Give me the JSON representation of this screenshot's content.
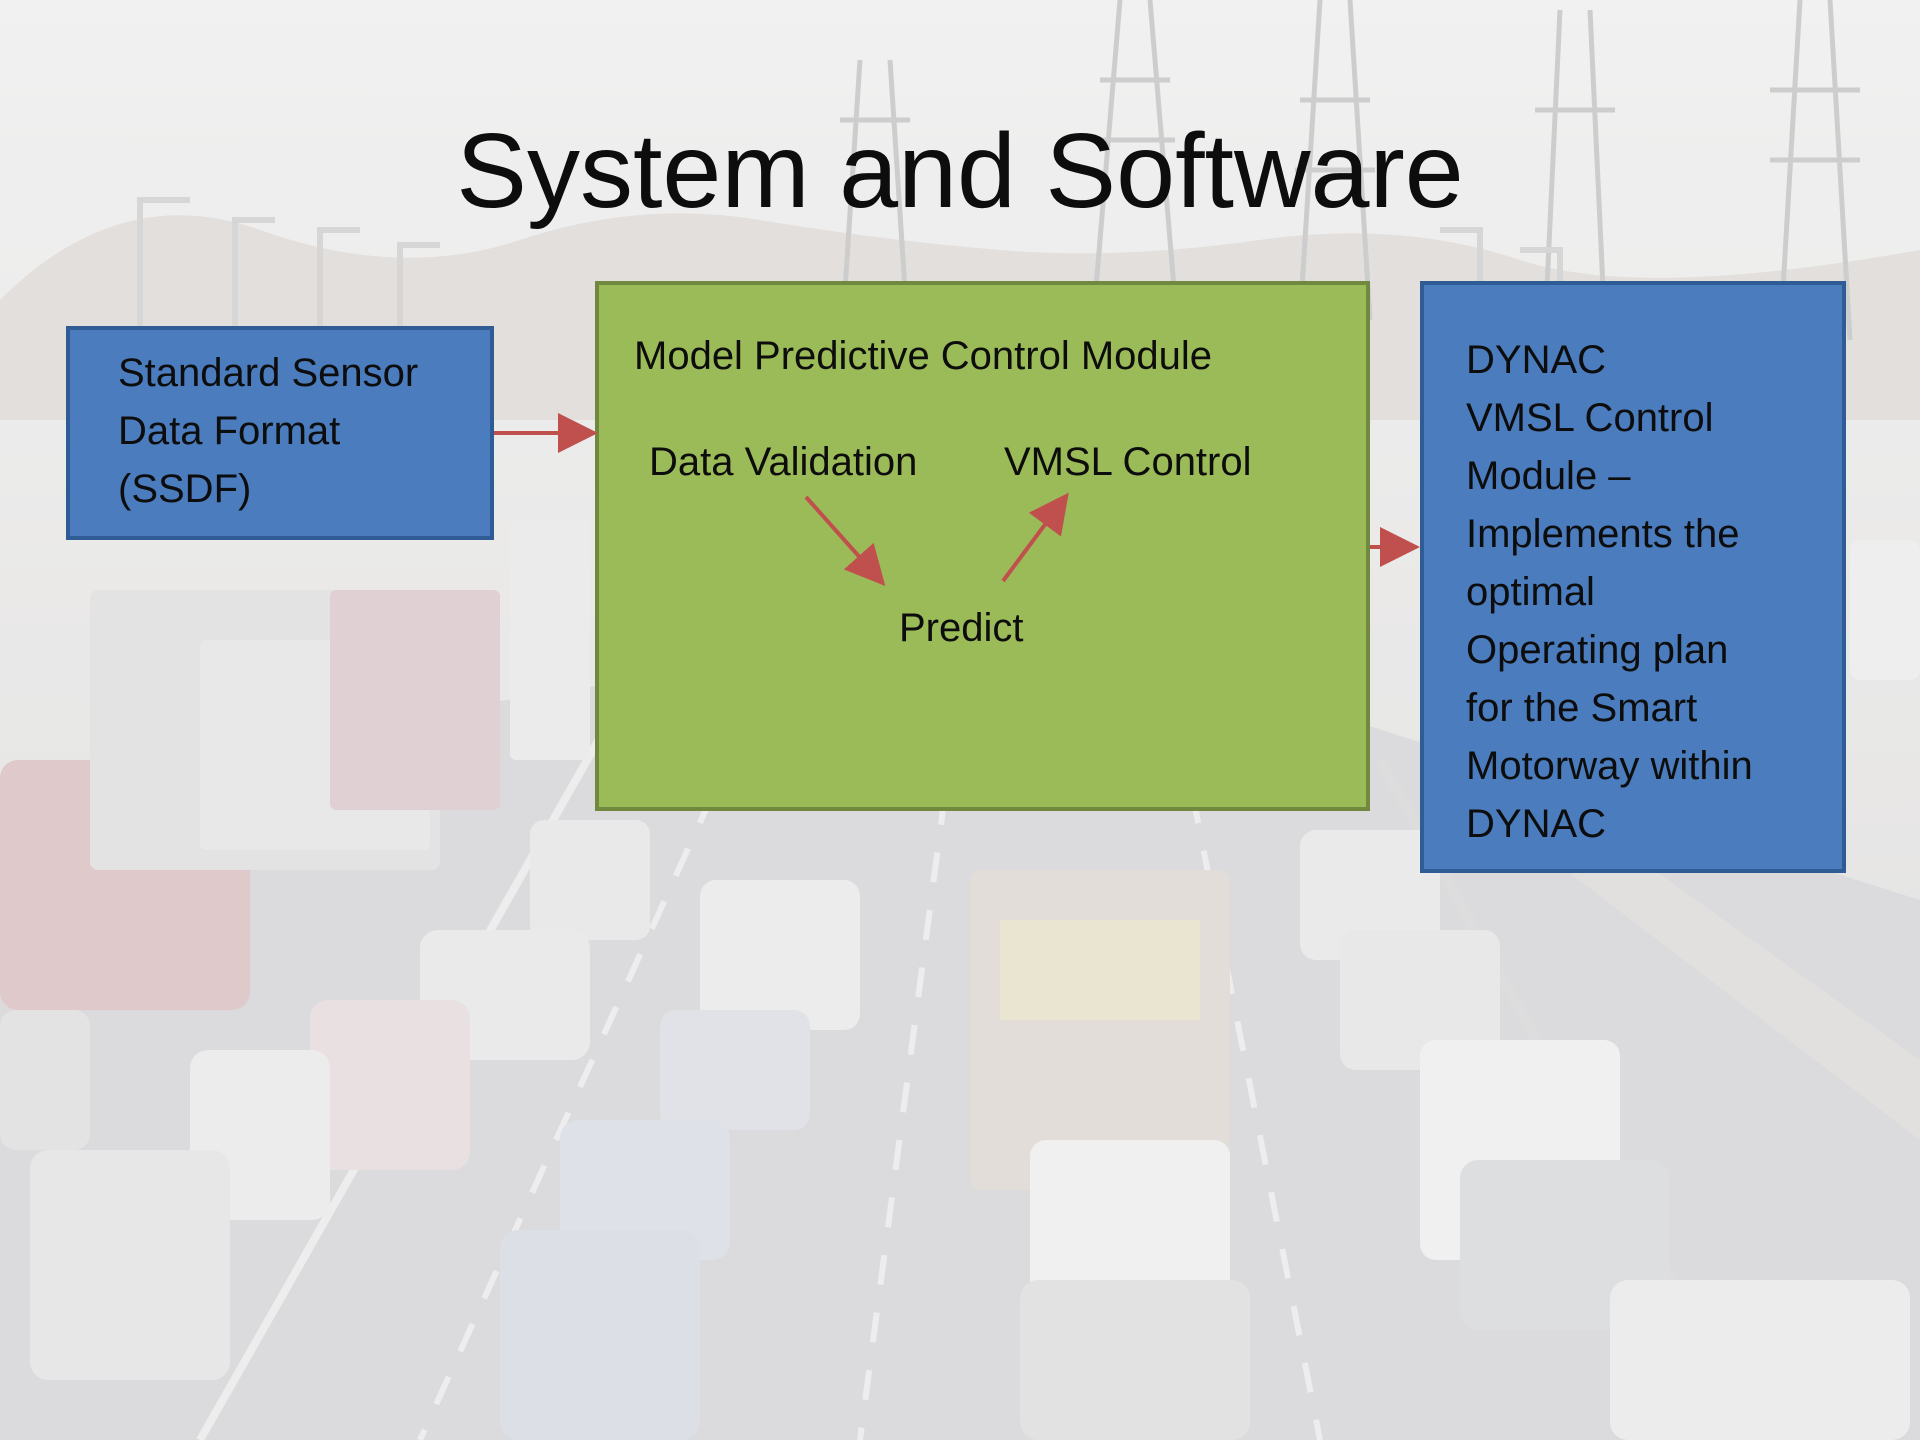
{
  "slide": {
    "title": "System and Software"
  },
  "ssdf_box": {
    "lines": [
      "Standard Sensor",
      "Data Format",
      "(SSDF)"
    ]
  },
  "mpc_box": {
    "title": "Model Predictive Control Module",
    "data_validation": "Data Validation",
    "vmsl_control": "VMSL Control",
    "predict": "Predict"
  },
  "dynac_box": {
    "lines": [
      "DYNAC",
      "VMSL Control",
      "Module –",
      "Implements the",
      "optimal",
      "Operating plan",
      "for the Smart",
      "Motorway within",
      "DYNAC"
    ]
  },
  "colors": {
    "blue_box": "#4a7cbe",
    "green_box": "#9bbb59",
    "arrow": "#c0504d"
  }
}
